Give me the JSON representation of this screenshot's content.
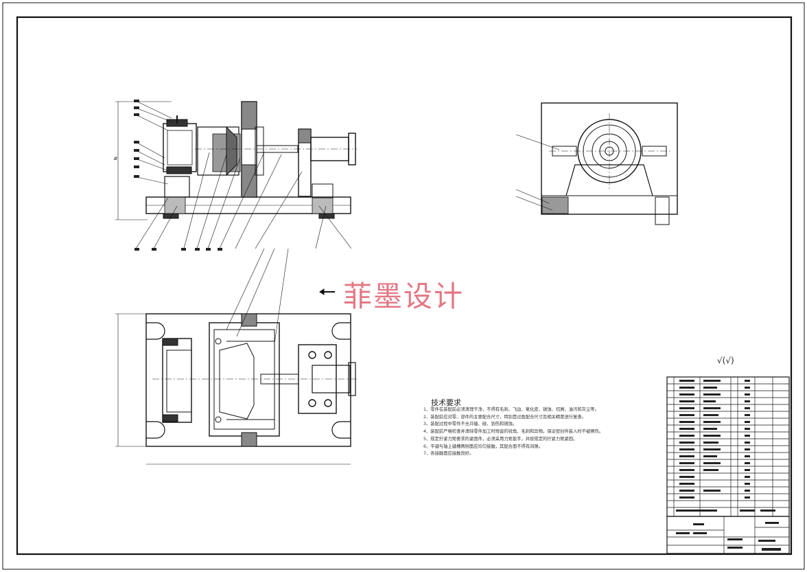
{
  "watermark": "菲墨设计",
  "technical_requirements": {
    "title": "技术要求",
    "items": [
      "1、零件在装配前必须清理干净，不得有毛刺、飞边、氧化皮、锈蚀、切屑、油污和灰尘等。",
      "2、装配前应对零、部件的主要配合尺寸，特别是过盈配合尺寸及相关精度进行复查。",
      "3、装配过程中零件不允许磕、碰、划伤和锈蚀。",
      "4、装配前严格检查并清除零件加工时残留的锐角、毛刺和异物。保证密封件装入时不被擦伤。",
      "5、规定拧紧力矩要求的紧固件，必须采用力矩扳手，并按规定的拧紧力矩紧固。",
      "6、平键与轴上键槽两侧面应均匀接触，其配合面不得有间隙。",
      "7、各接触面应接触良好。"
    ]
  },
  "roughness_note": "√(√)",
  "dim_label": "ø"
}
